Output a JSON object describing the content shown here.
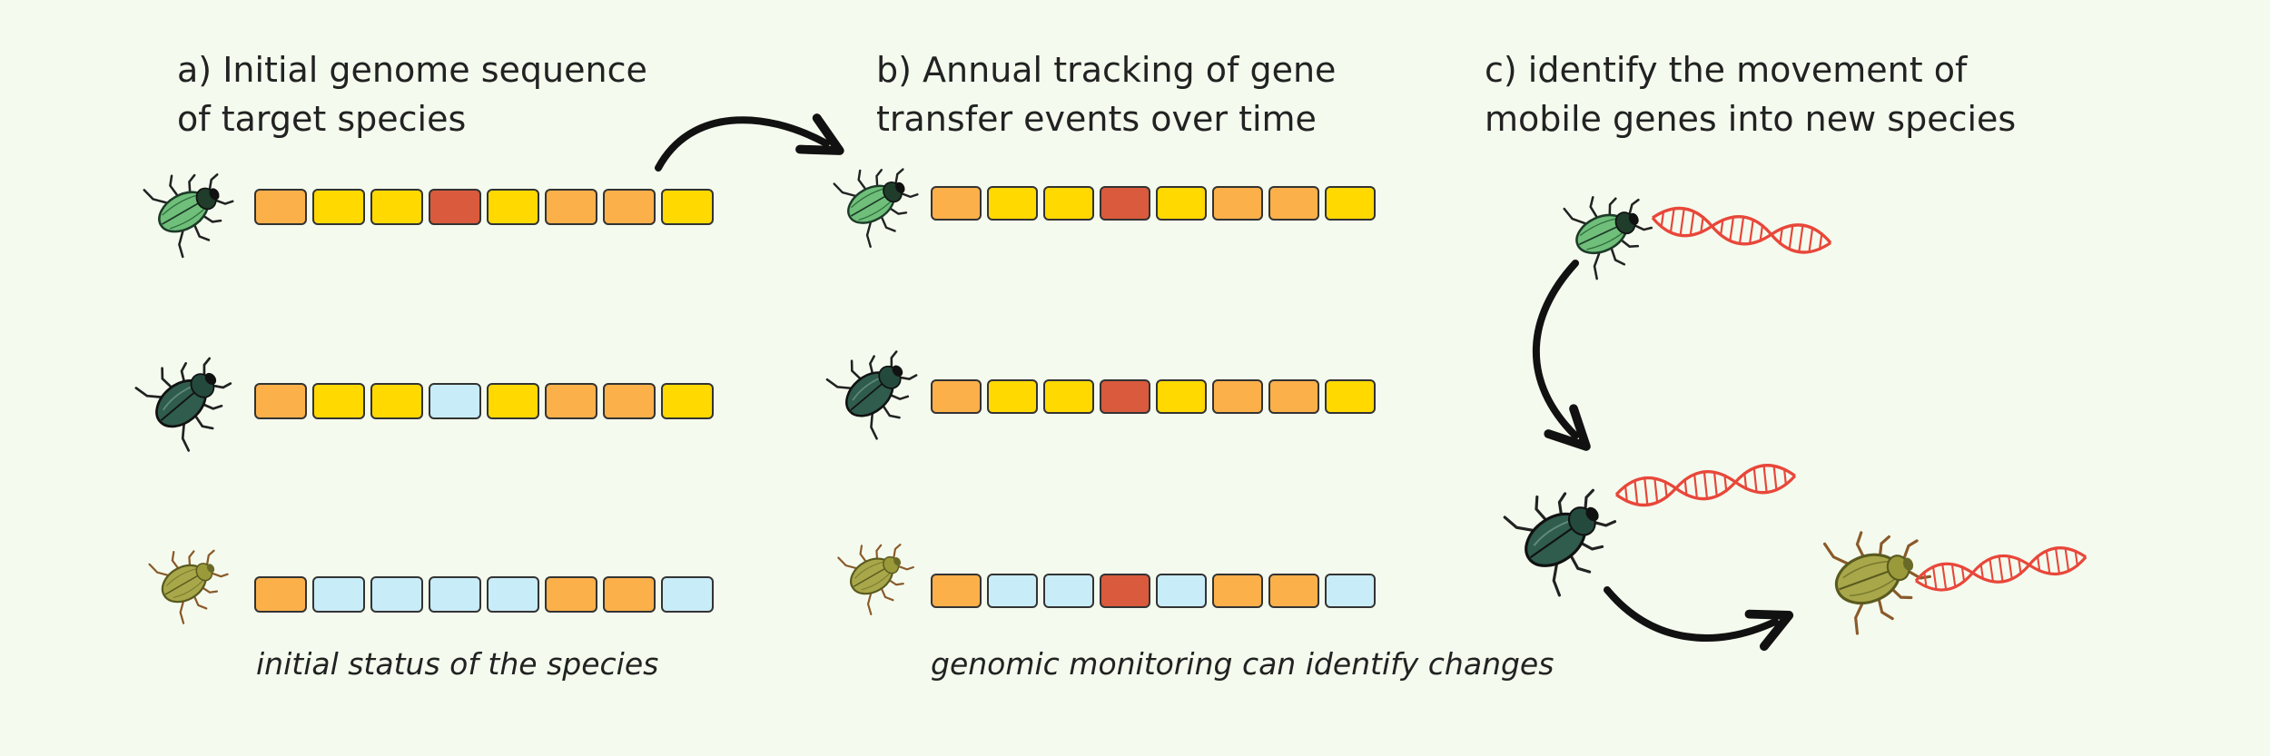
{
  "colors": {
    "background": "#f4fbee",
    "orange": "#fbb04a",
    "yellow": "#ffd900",
    "red": "#d95a3c",
    "blue": "#c8ecf8",
    "outline": "#333333",
    "dna": "#e8473a",
    "arrow": "#111111",
    "beetle_green": "#6fbf7a",
    "beetle_dark": "#2f5c4c",
    "beetle_olive": "#a8a84a"
  },
  "panels": {
    "a": {
      "title_line1": "a) Initial genome sequence",
      "title_line2": "of target species",
      "caption": "initial status of the species"
    },
    "b": {
      "title_line1": "b) Annual tracking of gene",
      "title_line2": "transfer events over time",
      "caption": "genomic monitoring can identify changes"
    },
    "c": {
      "title_line1": "c) identify the movement of",
      "title_line2": "mobile genes into new species"
    }
  },
  "sequences": {
    "a": [
      [
        "orange",
        "yellow",
        "yellow",
        "red",
        "yellow",
        "orange",
        "orange",
        "yellow"
      ],
      [
        "orange",
        "yellow",
        "yellow",
        "blue",
        "yellow",
        "orange",
        "orange",
        "yellow"
      ],
      [
        "orange",
        "blue",
        "blue",
        "blue",
        "blue",
        "orange",
        "orange",
        "blue"
      ]
    ],
    "b": [
      [
        "orange",
        "yellow",
        "yellow",
        "red",
        "yellow",
        "orange",
        "orange",
        "yellow"
      ],
      [
        "orange",
        "yellow",
        "yellow",
        "red",
        "yellow",
        "orange",
        "orange",
        "yellow"
      ],
      [
        "orange",
        "blue",
        "blue",
        "red",
        "blue",
        "orange",
        "orange",
        "blue"
      ]
    ]
  },
  "icons": {
    "beetle_1": "green-beetle-icon",
    "beetle_2": "dark-beetle-icon",
    "beetle_3": "olive-beetle-icon",
    "dna": "dna-helix-icon",
    "arrow": "curved-arrow-icon"
  }
}
